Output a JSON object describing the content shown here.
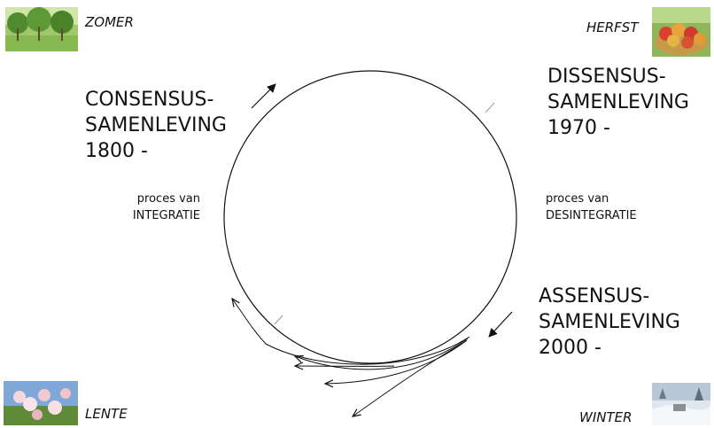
{
  "seasons": {
    "summer": "ZOMER",
    "autumn": "HERFST",
    "spring": "LENTE",
    "winter": "WINTER"
  },
  "societies": {
    "consensus": {
      "line1": "CONSENSUS-",
      "line2": "SAMENLEVING",
      "line3": "1800 -"
    },
    "dissensus": {
      "line1": "DISSENSUS-",
      "line2": "SAMENLEVING",
      "line3": "1970 -"
    },
    "assensus": {
      "line1": "ASSENSUS-",
      "line2": "SAMENLEVING",
      "line3": "2000 -"
    }
  },
  "processes": {
    "integration": {
      "line1": "proces van",
      "line2": "INTEGRATIE"
    },
    "disintegration": {
      "line1": "proces van",
      "line2": "DESINTEGRATIE"
    }
  },
  "photos": {
    "summer": "orchard-photo",
    "autumn": "apples-basket-photo",
    "spring": "apple-blossom-photo",
    "winter": "snowy-landscape-photo"
  }
}
